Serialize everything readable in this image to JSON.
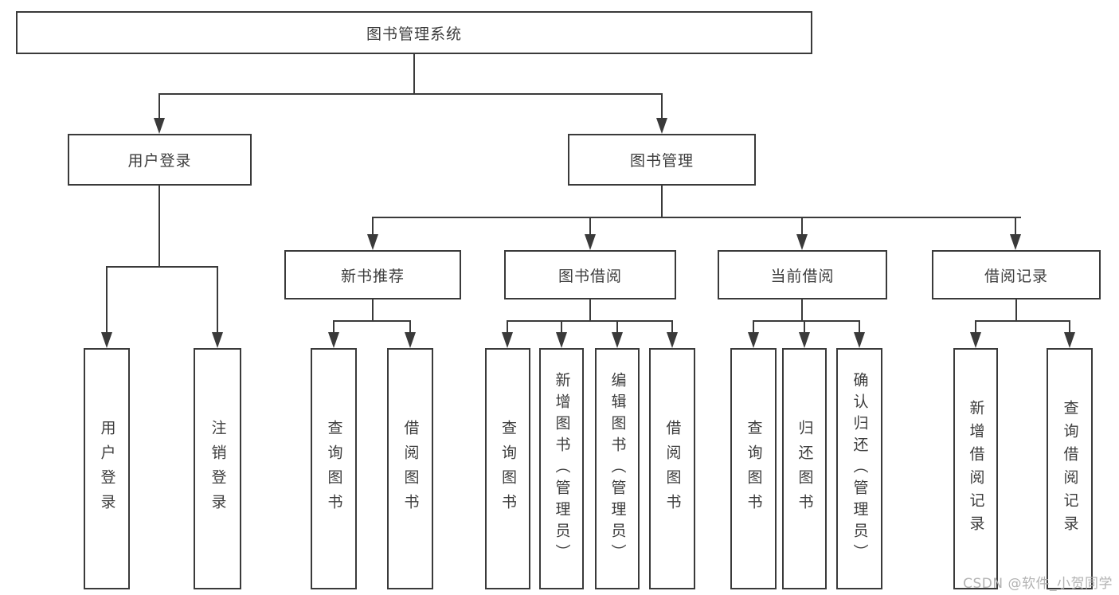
{
  "nodes": {
    "root": "图书管理系统",
    "user_login": "用户登录",
    "book_mgmt": "图书管理",
    "new_book_rec": "新书推荐",
    "book_borrow": "图书借阅",
    "current_borrow": "当前借阅",
    "borrow_records": "借阅记录",
    "leaf_user_login": "用户登录",
    "leaf_logout": "注销登录",
    "leaf_query_books_rec": "查询图书",
    "leaf_borrow_books_rec": "借阅图书",
    "leaf_query_books_borrow": "查询图书",
    "leaf_add_book_admin": "新增图书（管理员）",
    "leaf_edit_book_admin": "编辑图书（管理员）",
    "leaf_borrow_books_borrow": "借阅图书",
    "leaf_query_books_current": "查询图书",
    "leaf_return_book": "归还图书",
    "leaf_confirm_return_admin": "确认归还（管理员）",
    "leaf_add_borrow_record": "新增借阅记录",
    "leaf_query_borrow_record": "查询借阅记录"
  },
  "watermark": "CSDN @软件_小贺同学",
  "colors": {
    "line": "#3a3a3a",
    "text": "#3d3d3d",
    "background": "#ffffff"
  }
}
